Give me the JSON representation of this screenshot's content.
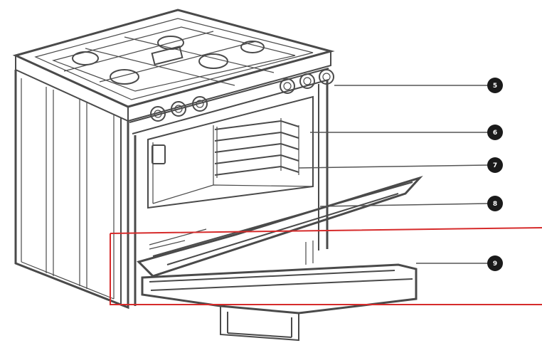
{
  "colors": {
    "line": "#4a4a4a",
    "marker": "#1a1a1a",
    "highlight": "#d62b2b",
    "background": "#ffffff"
  },
  "callouts": [
    {
      "id": "5",
      "label": "5",
      "part": "control-knobs-right"
    },
    {
      "id": "6",
      "label": "6",
      "part": "oven-cavity"
    },
    {
      "id": "7",
      "label": "7",
      "part": "oven-rack"
    },
    {
      "id": "8",
      "label": "8",
      "part": "oven-door"
    },
    {
      "id": "9",
      "label": "9",
      "part": "storage-drawer"
    }
  ],
  "highlight": {
    "target": "storage-drawer"
  }
}
